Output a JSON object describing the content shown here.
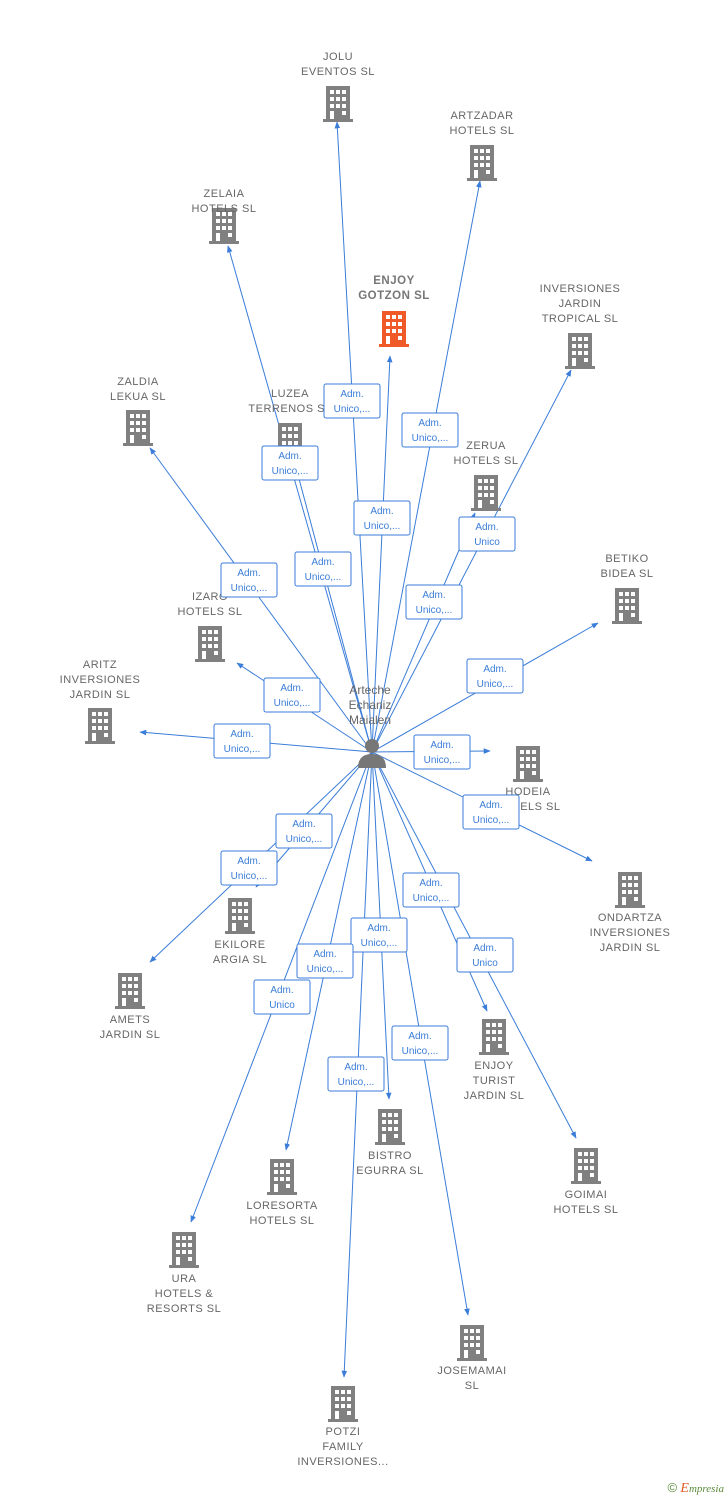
{
  "center": {
    "lines": [
      "Arteche",
      "Echaniz",
      "Maialen"
    ]
  },
  "companies": [
    {
      "id": "jolu",
      "lines": [
        "JOLU",
        "EVENTOS  SL"
      ],
      "rel": [
        "Adm.",
        "Unico,..."
      ]
    },
    {
      "id": "artzadar",
      "lines": [
        "ARTZADAR",
        "HOTELS  SL"
      ],
      "rel": [
        "Adm.",
        "Unico,..."
      ]
    },
    {
      "id": "zelaia",
      "lines": [
        "ZELAIA",
        "HOTELS  SL"
      ],
      "rel": [
        "Adm.",
        "Unico,..."
      ]
    },
    {
      "id": "enjoy-gotzon",
      "lines": [
        "ENJOY",
        "GOTZON  SL"
      ],
      "rel": [
        "Adm.",
        "Unico,..."
      ],
      "highlight": true
    },
    {
      "id": "inversiones-jardin-tropical",
      "lines": [
        "INVERSIONES",
        "JARDIN",
        "TROPICAL  SL"
      ],
      "rel": [
        "Adm.",
        "Unico,..."
      ]
    },
    {
      "id": "zaldia",
      "lines": [
        "ZALDIA",
        "LEKUA  SL"
      ],
      "rel": [
        "Adm.",
        "Unico,..."
      ]
    },
    {
      "id": "luzea",
      "lines": [
        "LUZEA",
        "TERRENOS  SL"
      ],
      "rel": [
        "Adm.",
        "Unico,..."
      ]
    },
    {
      "id": "zerua",
      "lines": [
        "ZERUA",
        "HOTELS  SL"
      ],
      "rel": [
        "Adm.",
        "Unico"
      ]
    },
    {
      "id": "betiko",
      "lines": [
        "BETIKO",
        "BIDEA  SL"
      ],
      "rel": [
        "Adm.",
        "Unico,..."
      ]
    },
    {
      "id": "izaro",
      "lines": [
        "IZARO",
        "HOTELS  SL"
      ],
      "rel": [
        "Adm.",
        "Unico,..."
      ]
    },
    {
      "id": "aritz",
      "lines": [
        "ARITZ",
        "INVERSIONES",
        "JARDIN  SL"
      ],
      "rel": [
        "Adm.",
        "Unico,..."
      ]
    },
    {
      "id": "hodeia",
      "lines": [
        "HODEIA",
        "HOTELS  SL"
      ],
      "rel": [
        "Adm.",
        "Unico,..."
      ]
    },
    {
      "id": "ondartza",
      "lines": [
        "ONDARTZA",
        "INVERSIONES",
        "JARDIN  SL"
      ],
      "rel": [
        "Adm.",
        "Unico,..."
      ]
    },
    {
      "id": "ekilore",
      "lines": [
        "EKILORE",
        "ARGIA  SL"
      ],
      "rel": [
        "Adm.",
        "Unico,..."
      ]
    },
    {
      "id": "amets",
      "lines": [
        "AMETS",
        "JARDIN  SL"
      ],
      "rel": [
        "Adm.",
        "Unico,..."
      ]
    },
    {
      "id": "enjoy-turist",
      "lines": [
        "ENJOY",
        "TURIST",
        "JARDIN  SL"
      ],
      "rel": [
        "Adm.",
        "Unico"
      ]
    },
    {
      "id": "bistro",
      "lines": [
        "BISTRO",
        "EGURRA  SL"
      ],
      "rel": [
        "Adm.",
        "Unico,..."
      ]
    },
    {
      "id": "goimai",
      "lines": [
        "GOIMAI",
        "HOTELS  SL"
      ],
      "rel": [
        "Adm.",
        "Unico,..."
      ]
    },
    {
      "id": "loresorta",
      "lines": [
        "LORESORTA",
        "HOTELS  SL"
      ],
      "rel": [
        "Adm.",
        "Unico,..."
      ]
    },
    {
      "id": "ura",
      "lines": [
        "URA",
        "HOTELS &",
        "RESORTS  SL"
      ],
      "rel": [
        "Adm.",
        "Unico"
      ]
    },
    {
      "id": "josemamai",
      "lines": [
        "JOSEMAMAI",
        "SL"
      ],
      "rel": [
        "Adm.",
        "Unico,..."
      ]
    },
    {
      "id": "potzi",
      "lines": [
        "POTZI",
        "FAMILY",
        "INVERSIONES..."
      ],
      "rel": [
        "Adm.",
        "Unico,..."
      ]
    }
  ],
  "footer": {
    "copyright": "©",
    "brand_initial": "E",
    "brand_rest": "mpresia"
  },
  "colors": {
    "edge": "#3b7dd8",
    "building": "#808080",
    "highlight": "#f05a28"
  }
}
